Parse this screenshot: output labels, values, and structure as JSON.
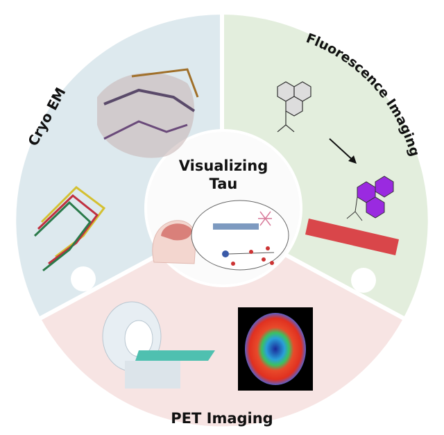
{
  "center": {
    "title_line1": "Visualizing",
    "title_line2": "Tau"
  },
  "sections": {
    "cryo_em": {
      "label": "Cryo EM",
      "color": "#dde9ee"
    },
    "fluorescence": {
      "label": "Fluorescence Imaging",
      "color": "#e3eedd"
    },
    "pet": {
      "label": "PET Imaging",
      "color": "#f7e4e3"
    }
  }
}
